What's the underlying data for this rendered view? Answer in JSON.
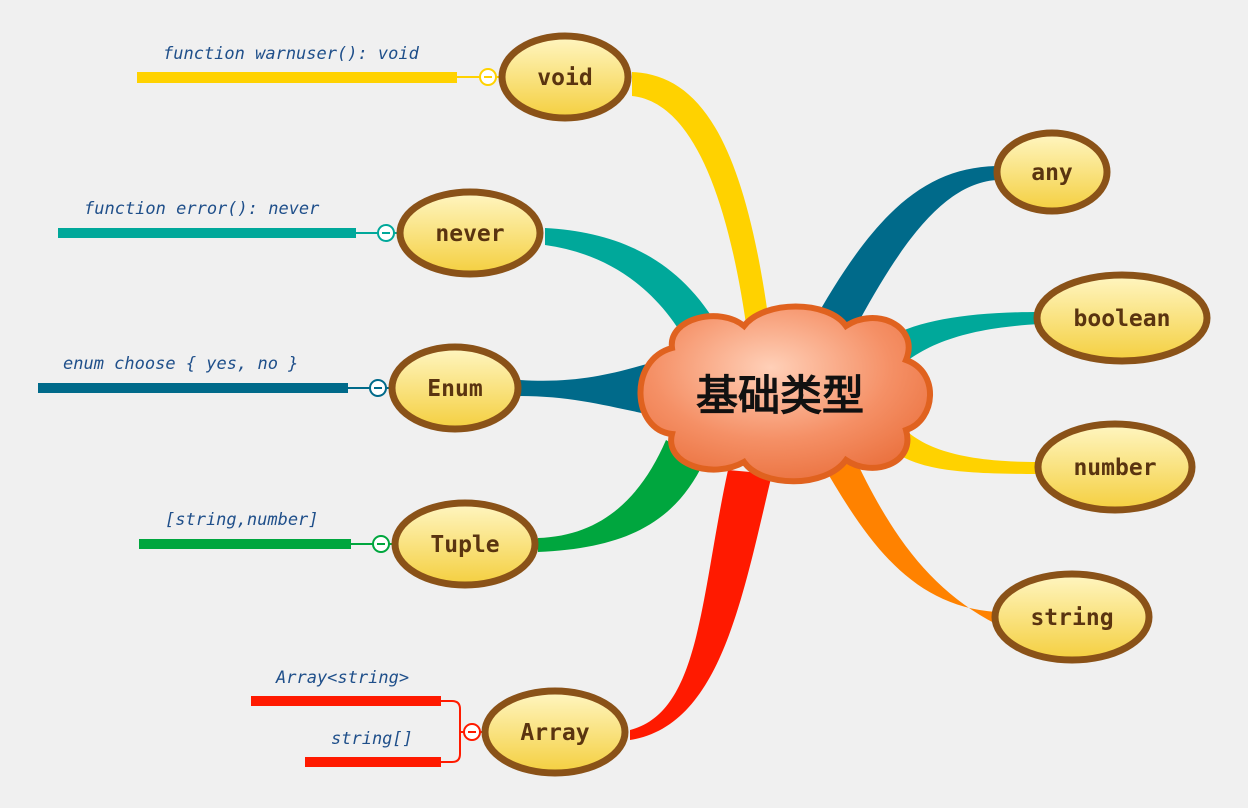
{
  "center": {
    "label": "基础类型"
  },
  "branches": [
    {
      "key": "void",
      "label": "void",
      "color": "#ffd200",
      "leaves": [
        "function warnuser(): void"
      ]
    },
    {
      "key": "never",
      "label": "never",
      "color": "#00a89a",
      "leaves": [
        "function error(): never"
      ]
    },
    {
      "key": "enum",
      "label": "Enum",
      "color": "#006a8a",
      "leaves": [
        "enum choose { yes, no }"
      ]
    },
    {
      "key": "tuple",
      "label": "Tuple",
      "color": "#00a63e",
      "leaves": [
        "[string,number]"
      ]
    },
    {
      "key": "array",
      "label": "Array",
      "color": "#ff1a00",
      "leaves": [
        "Array<string>",
        "string[]"
      ]
    },
    {
      "key": "any",
      "label": "any",
      "color": "#006a8a",
      "leaves": []
    },
    {
      "key": "boolean",
      "label": "boolean",
      "color": "#00a89a",
      "leaves": []
    },
    {
      "key": "number",
      "label": "number",
      "color": "#ffd200",
      "leaves": []
    },
    {
      "key": "string",
      "label": "string",
      "color": "#ff8200",
      "leaves": []
    }
  ],
  "styles": {
    "node_fill_top": "#fff3b0",
    "node_fill_bottom": "#f5d24a",
    "node_border": "#8a5218",
    "cloud_fill": "#f08a5d",
    "cloud_border": "#e0621f"
  }
}
